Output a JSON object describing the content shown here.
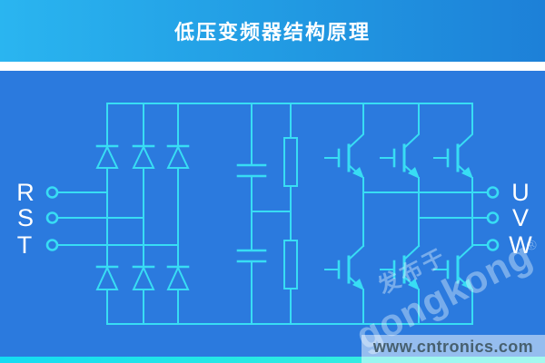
{
  "header": {
    "title": "低压变频器结构原理"
  },
  "terminals": {
    "inputs": [
      {
        "label": "R"
      },
      {
        "label": "S"
      },
      {
        "label": "T"
      }
    ],
    "outputs": [
      {
        "label": "U"
      },
      {
        "label": "V"
      },
      {
        "label": "W"
      }
    ]
  },
  "watermark": {
    "prefix": "发布于",
    "brand": "gongkong",
    "registered": "®",
    "site": "www.cntronics.com"
  },
  "colors": {
    "circuit_line": "#38ddf4",
    "body_bg": "#2b7ade",
    "header_grad_start": "#2ab5f0",
    "header_grad_end": "#1d80d8",
    "accent_strip": "#26e9e4"
  }
}
